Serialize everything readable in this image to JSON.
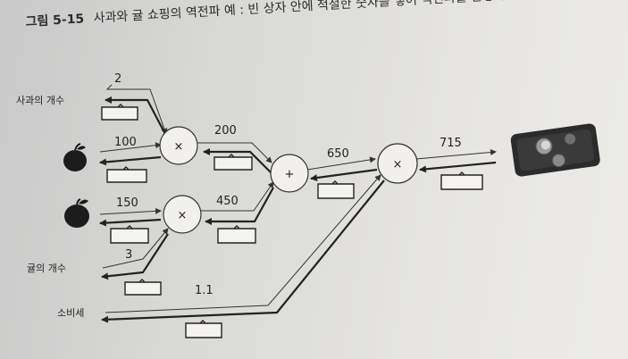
{
  "caption": {
    "figure_no": "그림 5-15",
    "text": "사과와 귤 쇼핑의 역전파 예 : 빈 상자 안에 적절한 숫자를 넣어 역전파를 완성하시오."
  },
  "inputs": {
    "apple_count_label": "사과의 개수",
    "orange_count_label": "귤의 개수",
    "tax_label": "소비세"
  },
  "values": {
    "apple_count": "2",
    "apple_price": "100",
    "orange_price": "150",
    "orange_count": "3",
    "apple_total": "200",
    "orange_total": "450",
    "sum": "650",
    "tax": "1.1",
    "result": "715"
  },
  "nodes": {
    "mul1": "×",
    "mul2": "×",
    "add": "+",
    "mul3": "×"
  },
  "icons": {
    "apple": "apple-icon",
    "orange": "orange-icon",
    "wallet": "wallet-icon"
  },
  "colors": {
    "ink": "#222222",
    "wallet": "#2e2e2e"
  }
}
